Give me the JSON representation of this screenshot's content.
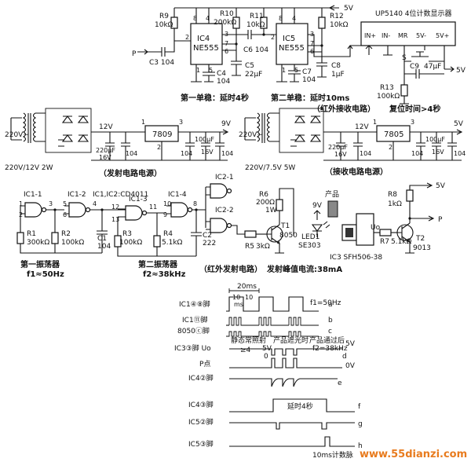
{
  "top": {
    "ic4": {
      "name": "IC4",
      "part": "NE555",
      "pins": [
        "8",
        "4",
        "3",
        "7",
        "6",
        "2",
        "1",
        "5"
      ]
    },
    "ic5": {
      "name": "IC5",
      "part": "NE555",
      "pins": [
        "8",
        "4",
        "3",
        "7",
        "6",
        "2",
        "1",
        "5"
      ]
    },
    "labels": {
      "r9": "R9",
      "r9v": "10kΩ",
      "r10": "R10",
      "r10v": "200kΩ",
      "r11": "R11",
      "r11v": "10kΩ",
      "r12": "R12",
      "r12v": "10kΩ",
      "r13": "R13",
      "r13v": "100kΩ",
      "c3": "C3  104",
      "c4": "C4",
      "c4v": "104",
      "c5": "C5",
      "c5v": "22μF",
      "c6": "C6  104",
      "c7": "C7",
      "c7v": "104",
      "c8": "C8",
      "c8v": "1μF",
      "c9": "C9",
      "c9v": "47μF",
      "p": "P",
      "v5": "5V",
      "v5b": "5V",
      "s": "S",
      "disp": "UP5140  4位计数显示器",
      "disp_pins": [
        "IN+",
        "IN-",
        "MR",
        "5V-",
        "5V+"
      ]
    },
    "cap1": "第一单稳：延时4秒",
    "cap2": "第二单稳：延时10ms",
    "cap3": "（红外接收电路）",
    "cap4": "复位时间>4秒"
  },
  "ps": {
    "left": {
      "in": "220V~",
      "tr": "220V/12V  2W",
      "v12": "12V",
      "v9": "9V",
      "reg": "7809",
      "c1": "220μF",
      "c1b": "16V",
      "c2": "104",
      "c3": "104",
      "c4": "100μF",
      "c4b": "16V",
      "c5": "104",
      "caption": "（发射电路电源）",
      "pins": [
        "1",
        "3",
        "2"
      ]
    },
    "right": {
      "in": "220V~",
      "tr": "220V/7.5V  5W",
      "v12": "12V",
      "v5": "5V",
      "reg": "7805",
      "c1": "220μF",
      "c1b": "16V",
      "c2": "104",
      "c3": "104",
      "c4": "100μF",
      "c4b": "16V",
      "c5": "104",
      "caption": "（接收电路电源）",
      "pins": [
        "1",
        "3",
        "2"
      ]
    }
  },
  "osc": {
    "ic11": "IC1-1",
    "ic12": "IC1-2",
    "note": "IC1,IC2:CD4011",
    "ic13": "IC1-3",
    "ic14": "IC1-4",
    "ic21": "IC2-1",
    "ic22": "IC2-2",
    "r1": "R1",
    "r1v": "300kΩ",
    "r2": "R2",
    "r2v": "100kΩ",
    "c1": "C1",
    "c1v": "104",
    "r3": "R3",
    "r3v": "100kΩ",
    "r4": "R4",
    "r4v": "5.1kΩ",
    "c2": "C2",
    "c2v": "222",
    "r5": "R5",
    "r5v": "3kΩ",
    "r6": "R6",
    "r6v": "200Ω",
    "r6w": "1W",
    "t1": "T1",
    "t1v": "8050",
    "v9": "9V",
    "led": "LED1",
    "ledv": "SE303",
    "prod": "产品",
    "ic3": "IC3  SFH506-38",
    "uo": "Uo",
    "r8": "R8",
    "r8v": "1kΩ",
    "r7": "R7",
    "r7v": "5.1kΩ",
    "t2": "T2",
    "t2v": "9013",
    "v5": "5V",
    "p": "P",
    "pins": [
      "1",
      "2",
      "3",
      "5",
      "6",
      "4",
      "12",
      "13",
      "11",
      "10",
      "9",
      "8"
    ],
    "cap1": "第一振荡器",
    "cap1b": "f1≈50Hz",
    "cap2": "第二振荡器",
    "cap2b": "f2≈38kHz",
    "cap3": "（红外发射电路）",
    "cap4": "发射峰值电流:38mA"
  },
  "wave": {
    "rows": [
      {
        "label": "IC1④⑧脚",
        "tag": "a"
      },
      {
        "label": "IC1⑪脚",
        "tag": "b"
      },
      {
        "label": "8050ⓒ脚",
        "tag": "c"
      },
      {
        "label": "IC3③脚 Uo",
        "tag": "5V"
      },
      {
        "label": "P点",
        "tag": "0V"
      },
      {
        "label": "IC4②脚",
        "tag": "e"
      },
      {
        "label": "IC4③脚",
        "tag": "f"
      },
      {
        "label": "IC5②脚",
        "tag": "g"
      },
      {
        "label": "IC5③脚",
        "tag": "h"
      }
    ],
    "t20": "20ms",
    "t10a": "10",
    "t10b": "10",
    "tms": "ms",
    "f1": "f1=50Hz",
    "f2": "f2=38kHz",
    "state1": "静态常照射",
    "state2": "产品遮光时",
    "state3": "产品通过后",
    "ge4": "≥4",
    "v5": "5V",
    "v0": "0",
    "d": "d",
    "delay": "延时4秒",
    "count": "10ms计数脉"
  },
  "watermark": "www.55dianzi.com"
}
